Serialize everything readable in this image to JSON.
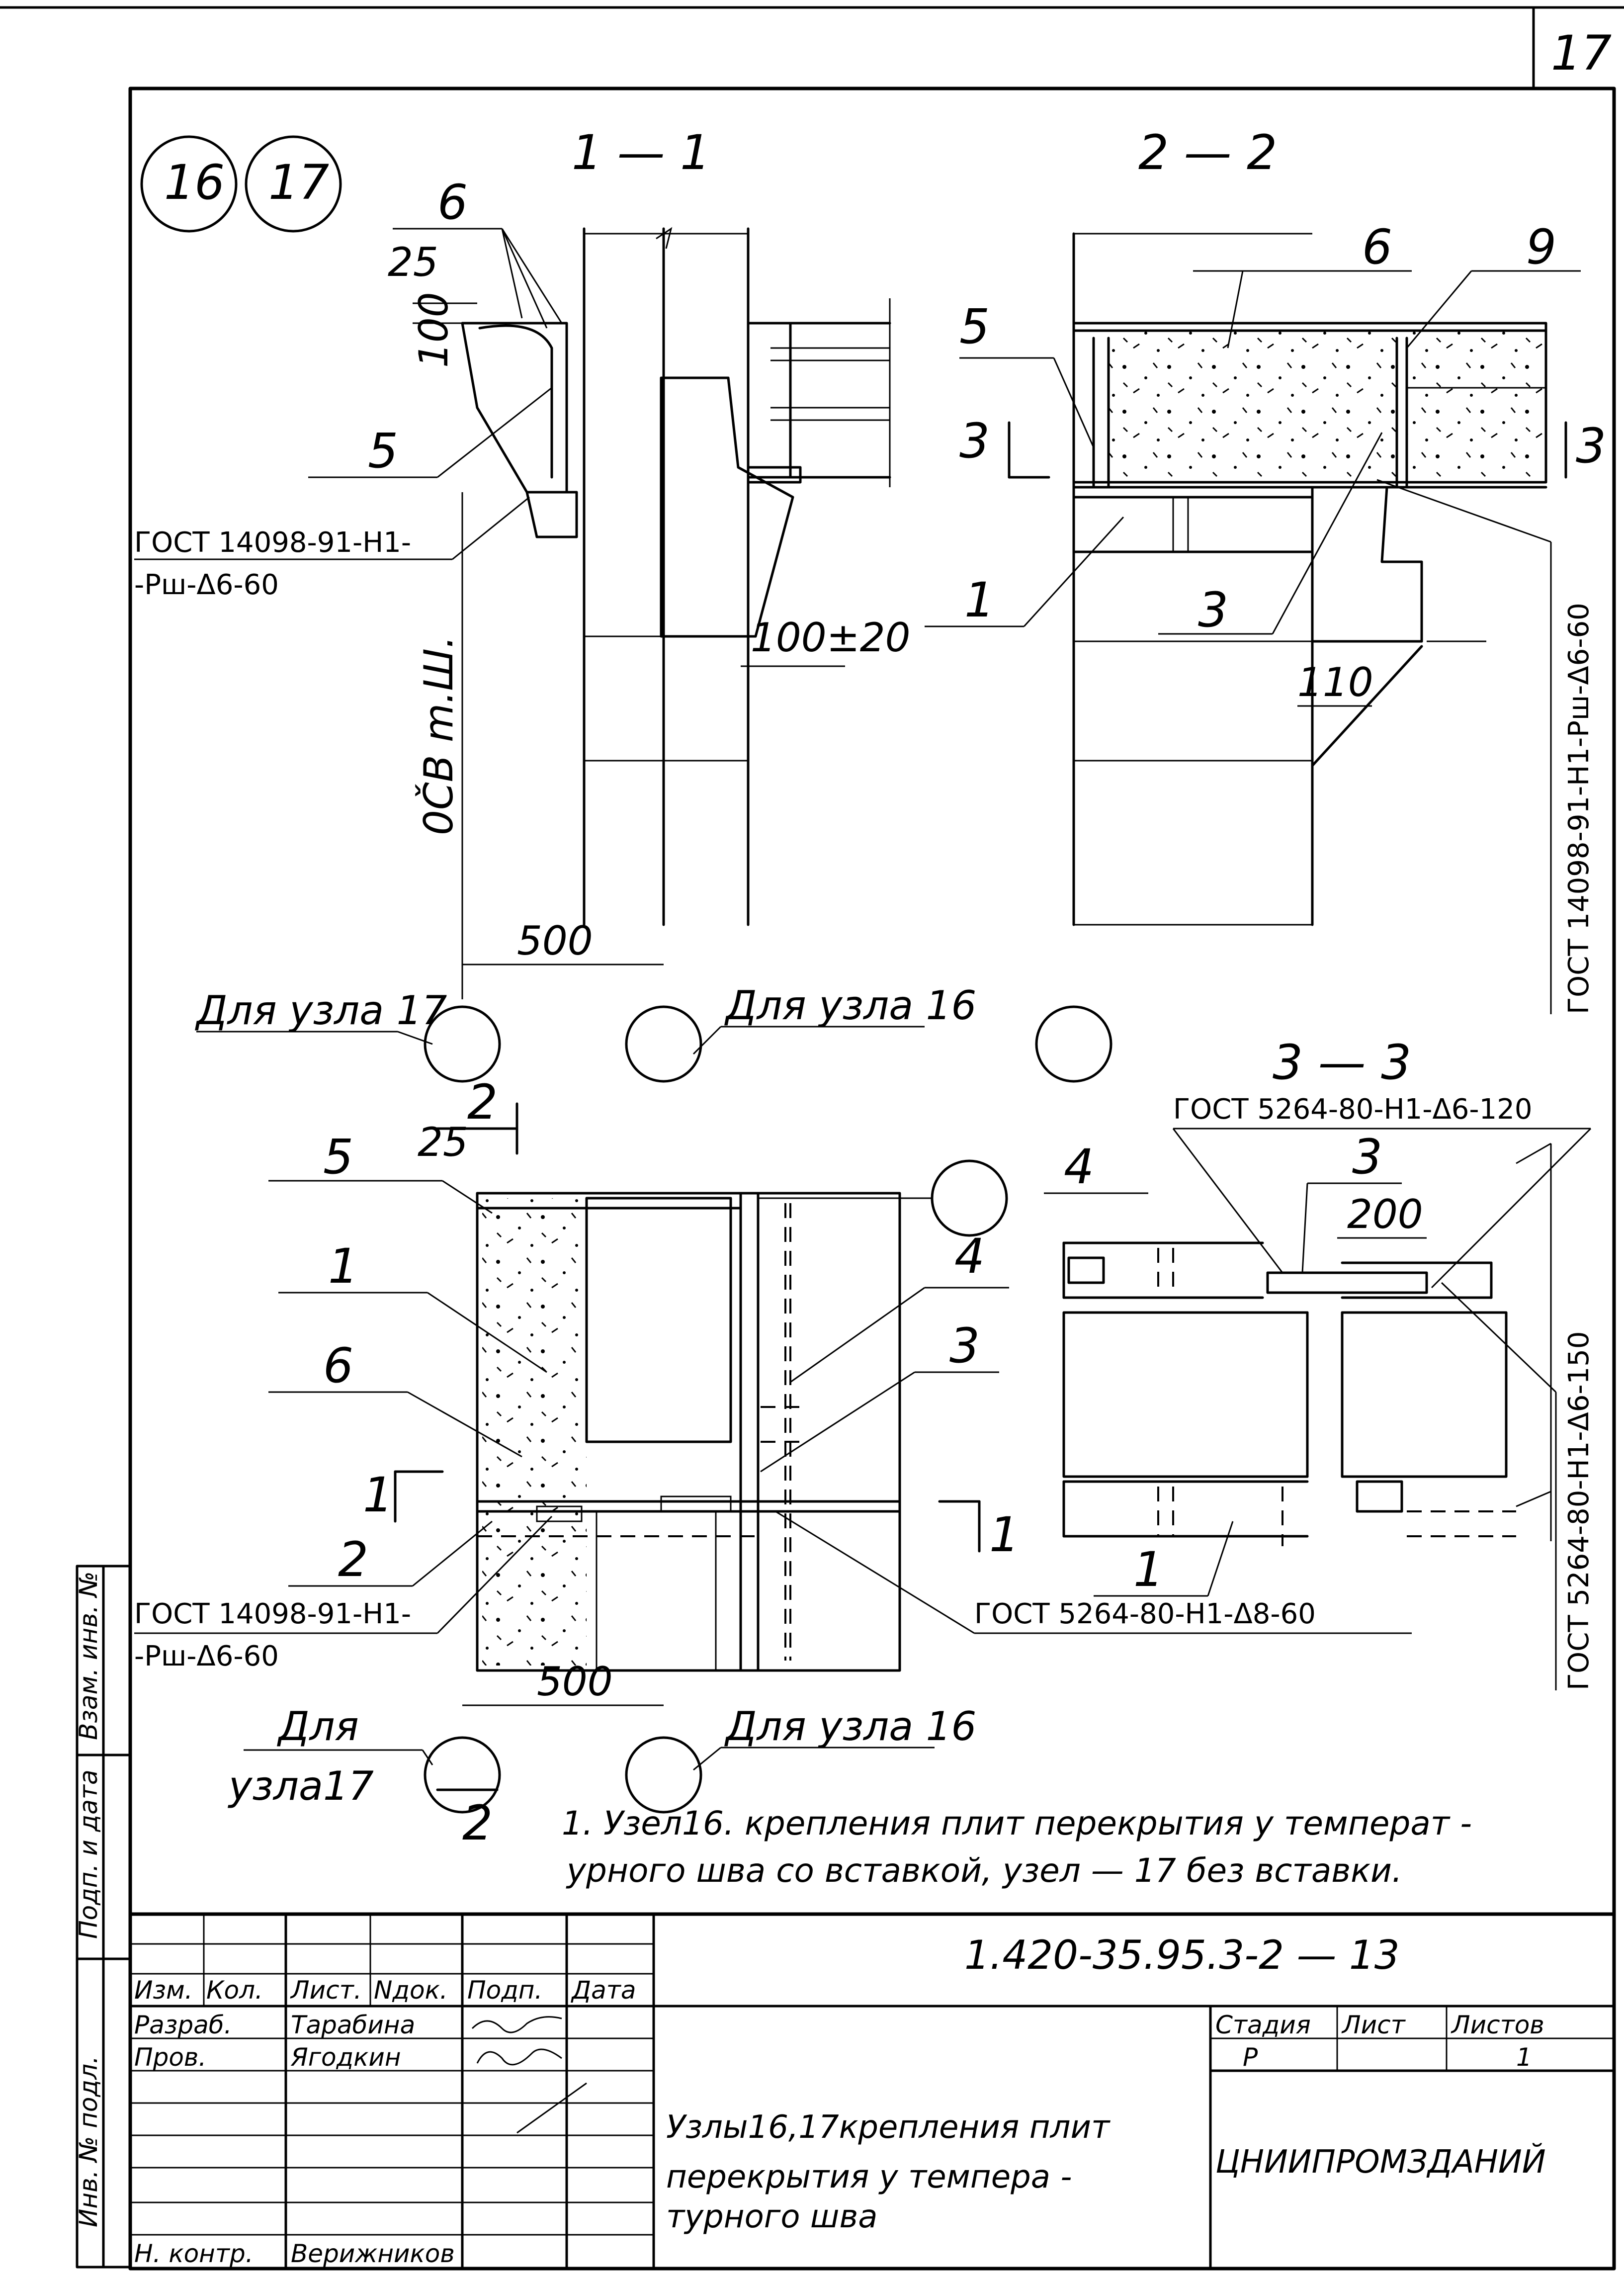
{
  "page_number": "17",
  "node_numbers": [
    "16",
    "17"
  ],
  "sections": {
    "s11": "1 — 1",
    "s22": "2 — 2",
    "s33": "3 — 3"
  },
  "section_marks": {
    "mark_3": "3",
    "mark_2": "2",
    "mark_1": "1"
  },
  "callouts": {
    "c1": "1",
    "c2": "2",
    "c3": "3",
    "c4": "4",
    "c5": "5",
    "c6": "6",
    "c9": "9"
  },
  "dimensions": {
    "d25": "25",
    "d100": "100",
    "d100_20": "100±20",
    "d110": "110",
    "d500": "500",
    "d200": "200",
    "d_ow": "0ČB m.Ш."
  },
  "standards": {
    "g1_line1": "ГОСТ 14098-91-Н1-",
    "g1_line2": "-Рш-Δ6-60",
    "g2": "ГОСТ 14098-91-Н1-Рш-Δ6-60",
    "g3": "ГОСТ 5264-80-Н1-Δ6-120",
    "g4": "ГОСТ 5264-80-Н1-Δ6-150",
    "g5": "ГОСТ 5264-80-Н1-Δ8-60"
  },
  "labels": {
    "for_17": "Для узла 17",
    "for_16": "Для узла 16",
    "for_17_a": "Для",
    "for_17_b": "узла17"
  },
  "note": {
    "line1": "1. Узел16.  крепления плит перекрытия у температ -",
    "line2": "урного шва со вставкой,  узел — 17 без вставки."
  },
  "title_block": {
    "doc_code": "1.420-35.95.3-2 — 13",
    "headers": [
      "Изм.",
      "Кол.",
      "Лист.",
      "Nдок.",
      "Подп.",
      "Дата"
    ],
    "roles": [
      {
        "role": "Разраб.",
        "name": "Тарабина"
      },
      {
        "role": "Пров.",
        "name": "Ягодкин"
      },
      {
        "role": "Н. контр.",
        "name": "Верижников"
      }
    ],
    "title_line1": "Узлы16,17крепления плит",
    "title_line2": "перекрытия у темпера -",
    "title_line3": "турного шва",
    "stage_header": "Стадия",
    "sheet_header": "Лист",
    "sheets_header": "Листов",
    "stage_value": "Р",
    "sheet_value": "",
    "sheets_value": "1",
    "org": "ЦНИИПРОМЗДАНИЙ"
  },
  "margin": {
    "inv_orig": "Инв. № подл.",
    "sign_date": "Подп. и дата",
    "inv_vzam": "Взам. инв. №"
  }
}
